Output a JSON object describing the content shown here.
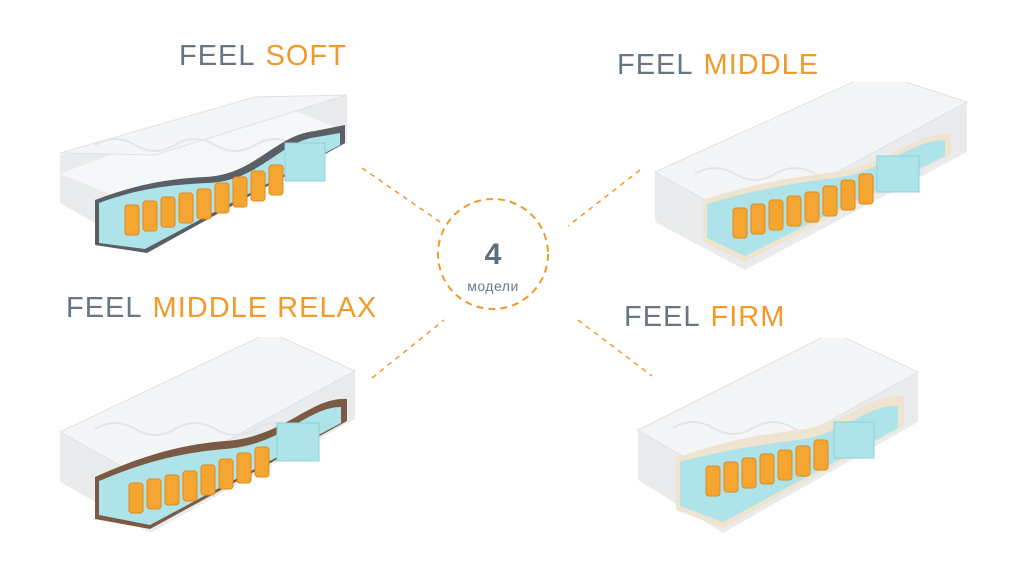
{
  "center": {
    "number": "4",
    "label": "модели"
  },
  "models": {
    "soft": {
      "word1": "FEEL",
      "word2": "SOFT",
      "icon": "mattress-soft-cutaway-icon"
    },
    "middle": {
      "word1": "FEEL",
      "word2": "MIDDLE",
      "icon": "mattress-middle-cutaway-icon"
    },
    "relax": {
      "word1": "FEEL",
      "word2": "MIDDLE RELAX",
      "icon": "mattress-middle-relax-cutaway-icon"
    },
    "firm": {
      "word1": "FEEL",
      "word2": "FIRM",
      "icon": "mattress-firm-cutaway-icon"
    }
  },
  "colors": {
    "accent": "#f09a2c",
    "gray_text": "#667685",
    "foam_blue": "#aee3ea",
    "spring_orange": "#f5a531",
    "cover_white": "#f4f5f6",
    "coconut_brown": "#7a5a44",
    "felt_dark": "#5a5f66",
    "latex_cream": "#efe4cf"
  }
}
